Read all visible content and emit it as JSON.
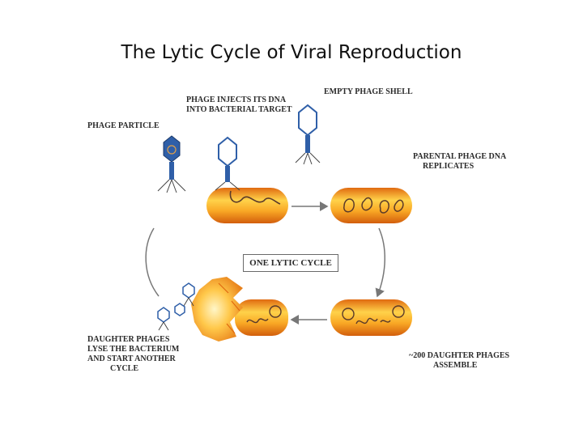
{
  "title": "The Lytic Cycle of Viral Reproduction",
  "labels": {
    "phage_particle": "PHAGE PARTICLE",
    "phage_injects": [
      "PHAGE INJECTS ITS DNA",
      "INTO BACTERIAL TARGET"
    ],
    "empty_shell": "EMPTY PHAGE SHELL",
    "parental_replicates": [
      "PARENTAL PHAGE DNA",
      "REPLICATES"
    ],
    "center": "ONE LYTIC CYCLE",
    "daughter_lyse": [
      "DAUGHTER PHAGES",
      "LYSE THE BACTERIUM",
      "AND START ANOTHER",
      "CYCLE"
    ],
    "daughter_assemble": [
      "~200 DAUGHTER PHAGES",
      "ASSEMBLE"
    ]
  },
  "colors": {
    "bacterium_fill": "#f59a1e",
    "bacterium_highlight": "#ffd24a",
    "phage_body": "#2f5fa8",
    "dna_strand": "#5a3a2a",
    "arrow": "#777777"
  }
}
